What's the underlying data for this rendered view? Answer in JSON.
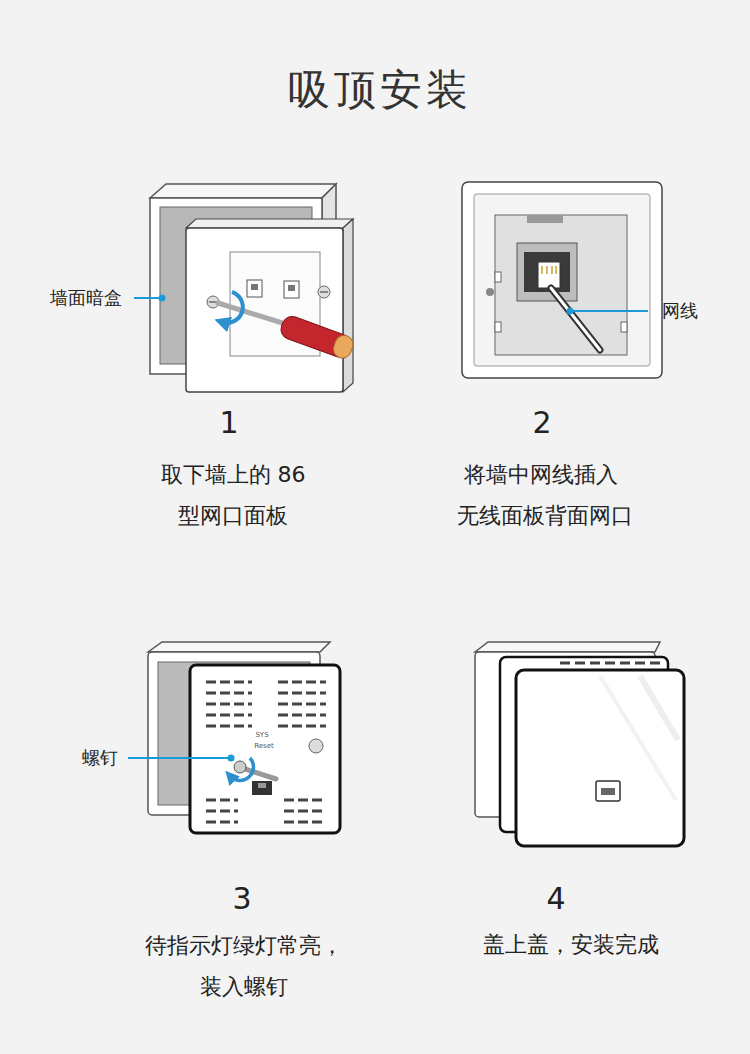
{
  "diagram": {
    "title": "吸顶安装",
    "labels": [
      "墙面暗盒",
      "网线",
      "1",
      "取下墙上的 86 型网口面板",
      "2",
      "将墙中网线插入 无线面板背面网口",
      "SYS",
      "Reset",
      "螺钉",
      "3",
      "待指示灯绿灯常亮， 装入螺钉",
      "4",
      "盖上盖，安装完成"
    ]
  }
}
